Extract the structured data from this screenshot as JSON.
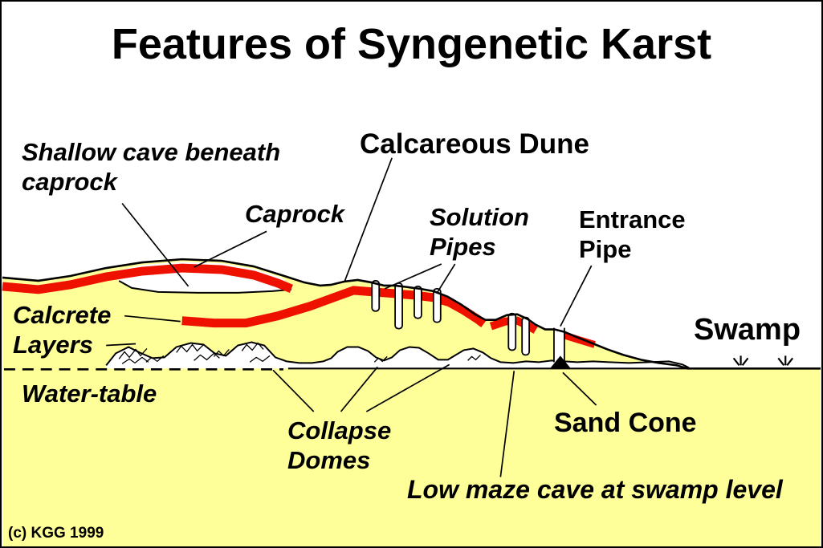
{
  "title": "Features of Syngenetic Karst",
  "labels": {
    "shallow_cave": "Shallow cave beneath caprock",
    "calcareous_dune": "Calcareous Dune",
    "caprock": "Caprock",
    "solution_pipes": "Solution Pipes",
    "entrance_pipe": "Entrance Pipe",
    "calcrete_layers": "Calcrete Layers",
    "swamp": "Swamp",
    "water_table": "Water-table",
    "collapse_domes": "Collapse Domes",
    "sand_cone": "Sand Cone",
    "low_maze_cave": "Low maze cave at swamp level",
    "copyright": "(c) KGG 1999"
  },
  "colors": {
    "ground_yellow": "#FFFF99",
    "calcrete_red": "#EE1100",
    "outline_black": "#000000",
    "background_white": "#FFFFFF"
  }
}
